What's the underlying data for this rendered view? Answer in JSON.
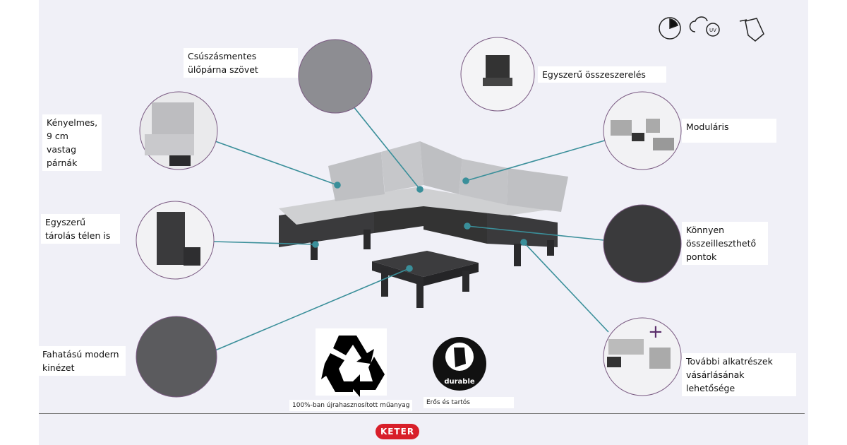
{
  "features": {
    "fabric": "Csúszásmentes ülőpárna szövet",
    "assembly": "Egyszerű összeszerelés",
    "cushions": "Kényelmes, 9 cm vastag párnák",
    "modular": "Moduláris",
    "storage": "Egyszerű tárolás télen is",
    "joints": "Könnyen összeilleszthető pontok",
    "wood_look": "Fahatású modern kinézet",
    "extras": "További alkatrészek vásárlásának lehetősége"
  },
  "badges": {
    "recycled": "100%-ban újrahasznosított műanyag",
    "durable_caption": "Erős és tartós",
    "durable_logo": "durable"
  },
  "top_icons": [
    "timer-icon",
    "weather-uv-icon",
    "easy-clean-icon"
  ],
  "uv_text": "UV",
  "brand": "KETER",
  "colors": {
    "line": "#3a8f9a",
    "brand": "#d81f2a"
  }
}
